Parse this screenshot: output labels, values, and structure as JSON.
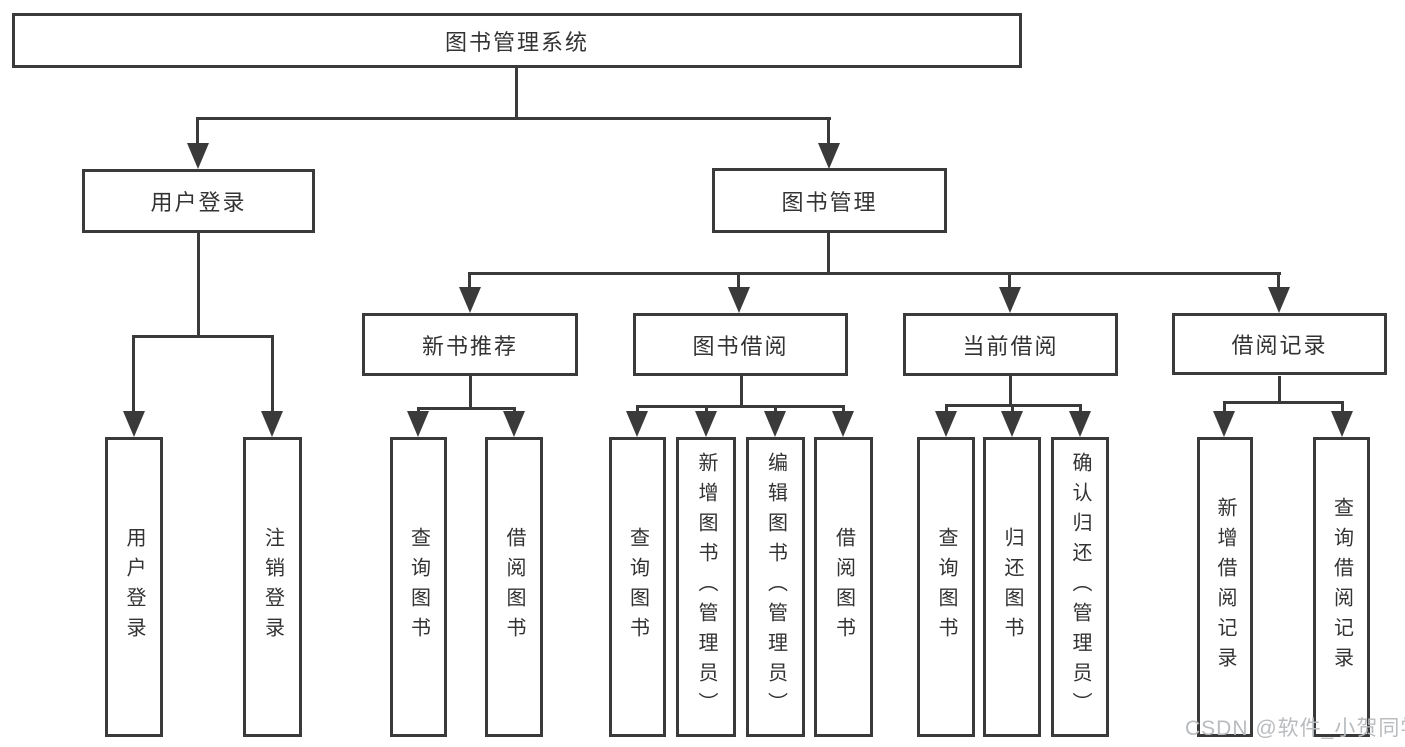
{
  "diagram_type": "hierarchy-tree",
  "colors": {
    "line": "#3a3a3a",
    "box_border": "#3a3a3a",
    "text": "#333333",
    "background": "#ffffff",
    "watermark": "#b9bcbf"
  },
  "watermark": "CSDN @软件_小贺同学",
  "tree": {
    "root": "图书管理系统",
    "user_login": "用户登录",
    "book_management": "图书管理",
    "new_book_recommend": "新书推荐",
    "book_borrow": "图书借阅",
    "current_borrow": "当前借阅",
    "borrow_record": "借阅记录",
    "leaves": [
      "用户登录",
      "注销登录",
      "查询图书",
      "借阅图书",
      "查询图书",
      "新增图书（管理员）",
      "编辑图书（管理员）",
      "借阅图书",
      "查询图书",
      "归还图书",
      "确认归还（管理员）",
      "新增借阅记录",
      "查询借阅记录"
    ],
    "structure": {
      "图书管理系统": {
        "用户登录": [
          "用户登录",
          "注销登录"
        ],
        "图书管理": {
          "新书推荐": [
            "查询图书",
            "借阅图书"
          ],
          "图书借阅": [
            "查询图书",
            "新增图书（管理员）",
            "编辑图书（管理员）",
            "借阅图书"
          ],
          "当前借阅": [
            "查询图书",
            "归还图书",
            "确认归还（管理员）"
          ],
          "借阅记录": [
            "新增借阅记录",
            "查询借阅记录"
          ]
        }
      }
    }
  }
}
